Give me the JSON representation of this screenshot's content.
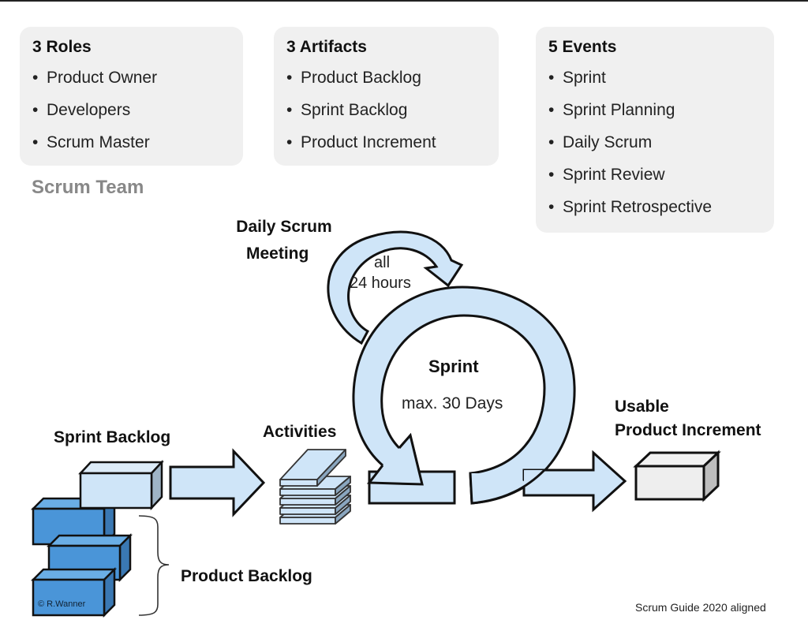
{
  "colors": {
    "card_bg": "#f0f0f0",
    "light_blue": "#cfe5f8",
    "mid_blue": "#4a95d8",
    "dark_blue_side": "#3a78b3",
    "increment_box": "#eeeeee",
    "outline": "#111111",
    "team_label": "#888888"
  },
  "cards": {
    "roles": {
      "title": "3 Roles",
      "items": [
        "Product Owner",
        "Developers",
        "Scrum Master"
      ]
    },
    "artifacts": {
      "title": "3 Artifacts",
      "items": [
        "Product Backlog",
        "Sprint Backlog",
        "Product Increment"
      ]
    },
    "events": {
      "title": "5 Events",
      "items": [
        "Sprint",
        "Sprint Planning",
        "Daily Scrum",
        "Sprint Review",
        "Sprint Retrospective"
      ]
    }
  },
  "bullet": "•",
  "team_label": "Scrum Team",
  "diagram": {
    "daily_scrum_line1": "Daily Scrum",
    "daily_scrum_line2": "Meeting",
    "daily_interval_line1": "all",
    "daily_interval_line2": "24 hours",
    "sprint_title": "Sprint",
    "sprint_duration": "max. 30 Days",
    "sprint_backlog": "Sprint Backlog",
    "activities": "Activities",
    "product_backlog": "Product Backlog",
    "increment_line1": "Usable",
    "increment_line2": "Product Increment",
    "copyright": "© R.Wanner",
    "footer_note": "Scrum Guide 2020 aligned"
  }
}
